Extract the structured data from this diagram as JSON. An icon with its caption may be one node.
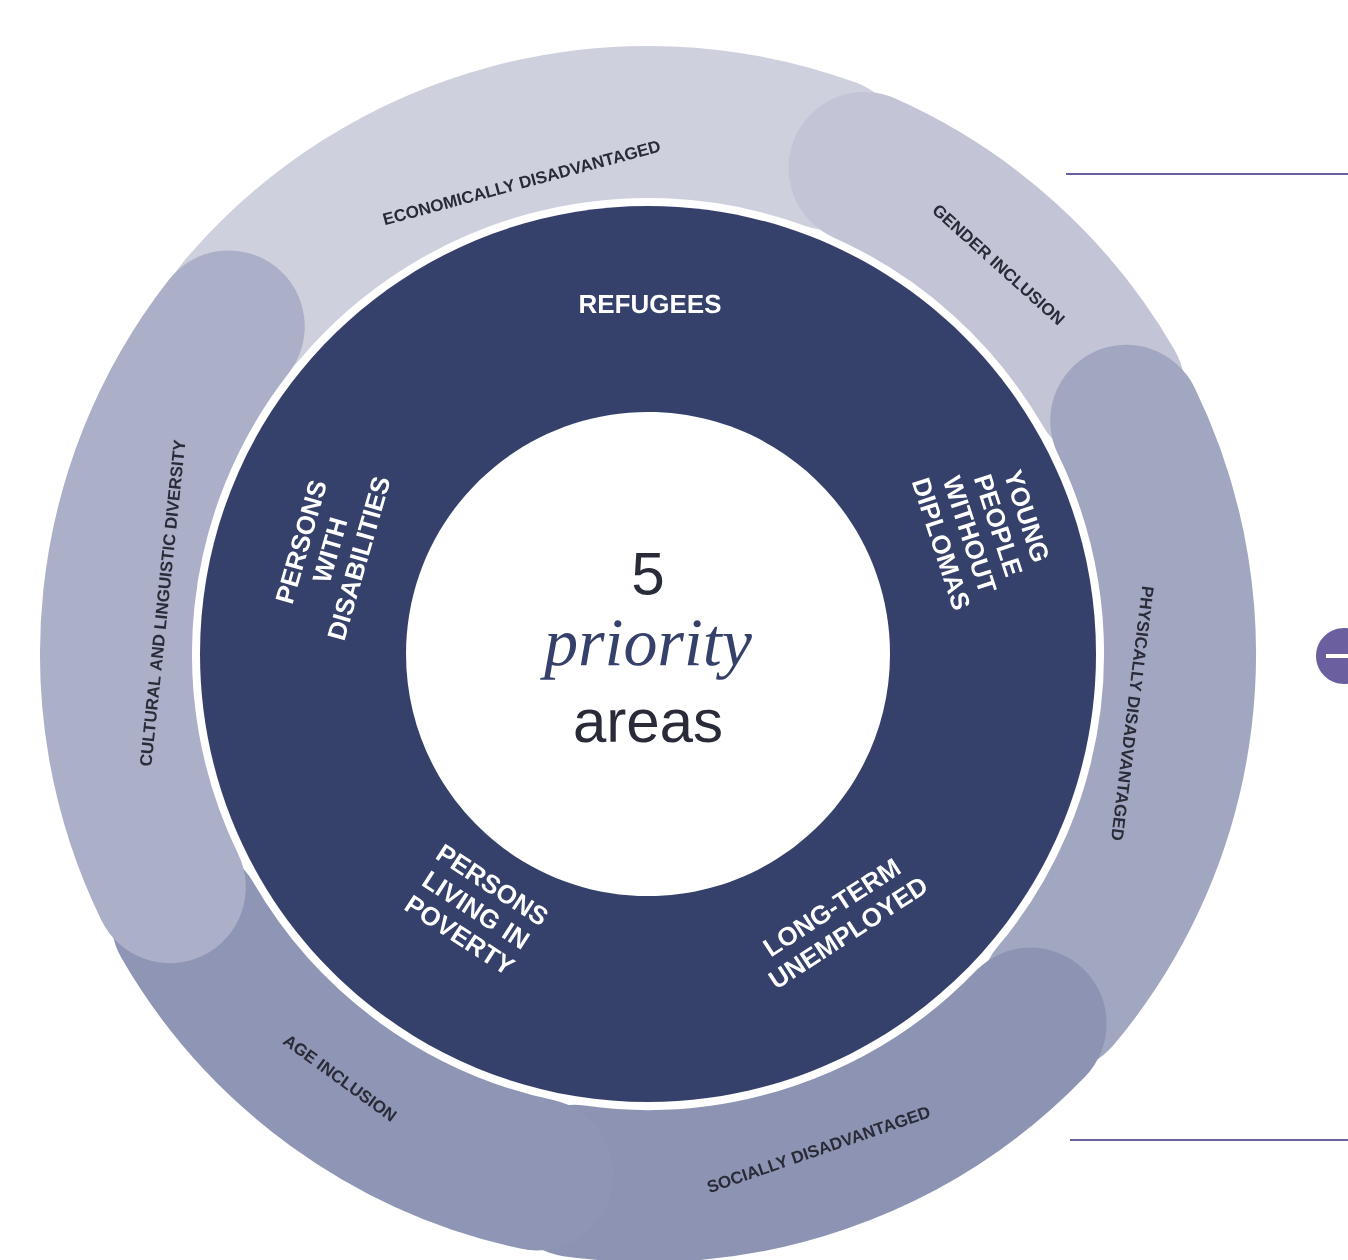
{
  "diagram": {
    "nodes": [
      {
        "text": [
          "REFUGEES",
          "YOUNG PEOPLE WITHOUT DIPLOMAS",
          "LONG-TERM UNEMPLOYED",
          "PERSONS LIVING IN POVERTY",
          "PERSONS WITH DISABILITIES"
        ]
      },
      {
        "text": [
          "5",
          "priority",
          "areas"
        ],
        "in": 0
      },
      {
        "text": [
          "ECONOMICALLY DISADVANTAGED"
        ]
      },
      {
        "text": [
          "GENDER INCLUSION"
        ]
      },
      {
        "text": [
          "PHYSICALLY DISADVANTAGED"
        ]
      },
      {
        "text": [
          "SOCIALLY DISADVANTAGED"
        ]
      },
      {
        "text": [
          "AGE INCLUSION"
        ]
      },
      {
        "text": [
          "CULTURAL AND LINGUISTIC DIVERSITY"
        ]
      }
    ]
  }
}
